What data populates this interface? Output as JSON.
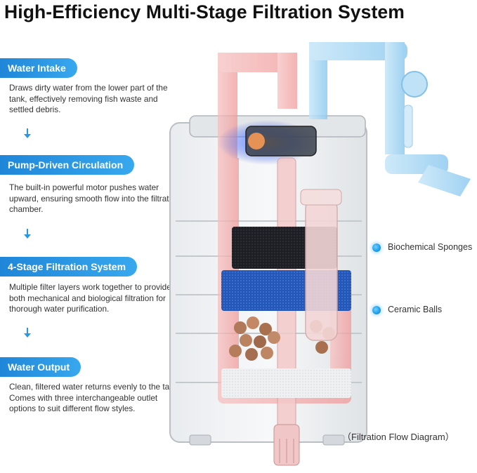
{
  "title": "High-Efficiency Multi-Stage Filtration System",
  "steps": [
    {
      "label": "Water Intake",
      "text": "Draws dirty water from the lower part of the tank, effectively removing fish waste and settled debris."
    },
    {
      "label": "Pump-Driven Circulation",
      "text": "The built-in powerful motor pushes water upward, ensuring smooth flow into the filtration chamber."
    },
    {
      "label": "4-Stage Filtration System",
      "text": "Multiple filter layers work together to provide both mechanical and biological filtration for thorough water purification."
    },
    {
      "label": "Water Output",
      "text": "Clean, filtered water returns evenly to the tank. Comes with three interchangeable outlet options to suit different flow styles."
    }
  ],
  "callouts": {
    "sponges": "Biochemical Sponges",
    "ceramic": "Ceramic Balls"
  },
  "caption": "（Filtration Flow Diagram）",
  "colors": {
    "accent": "#2a97e3",
    "inflow": "#f2a3a3",
    "outflow": "#9fd2f2"
  },
  "icons": [
    "arrow-down-icon",
    "callout-dot-icon"
  ]
}
